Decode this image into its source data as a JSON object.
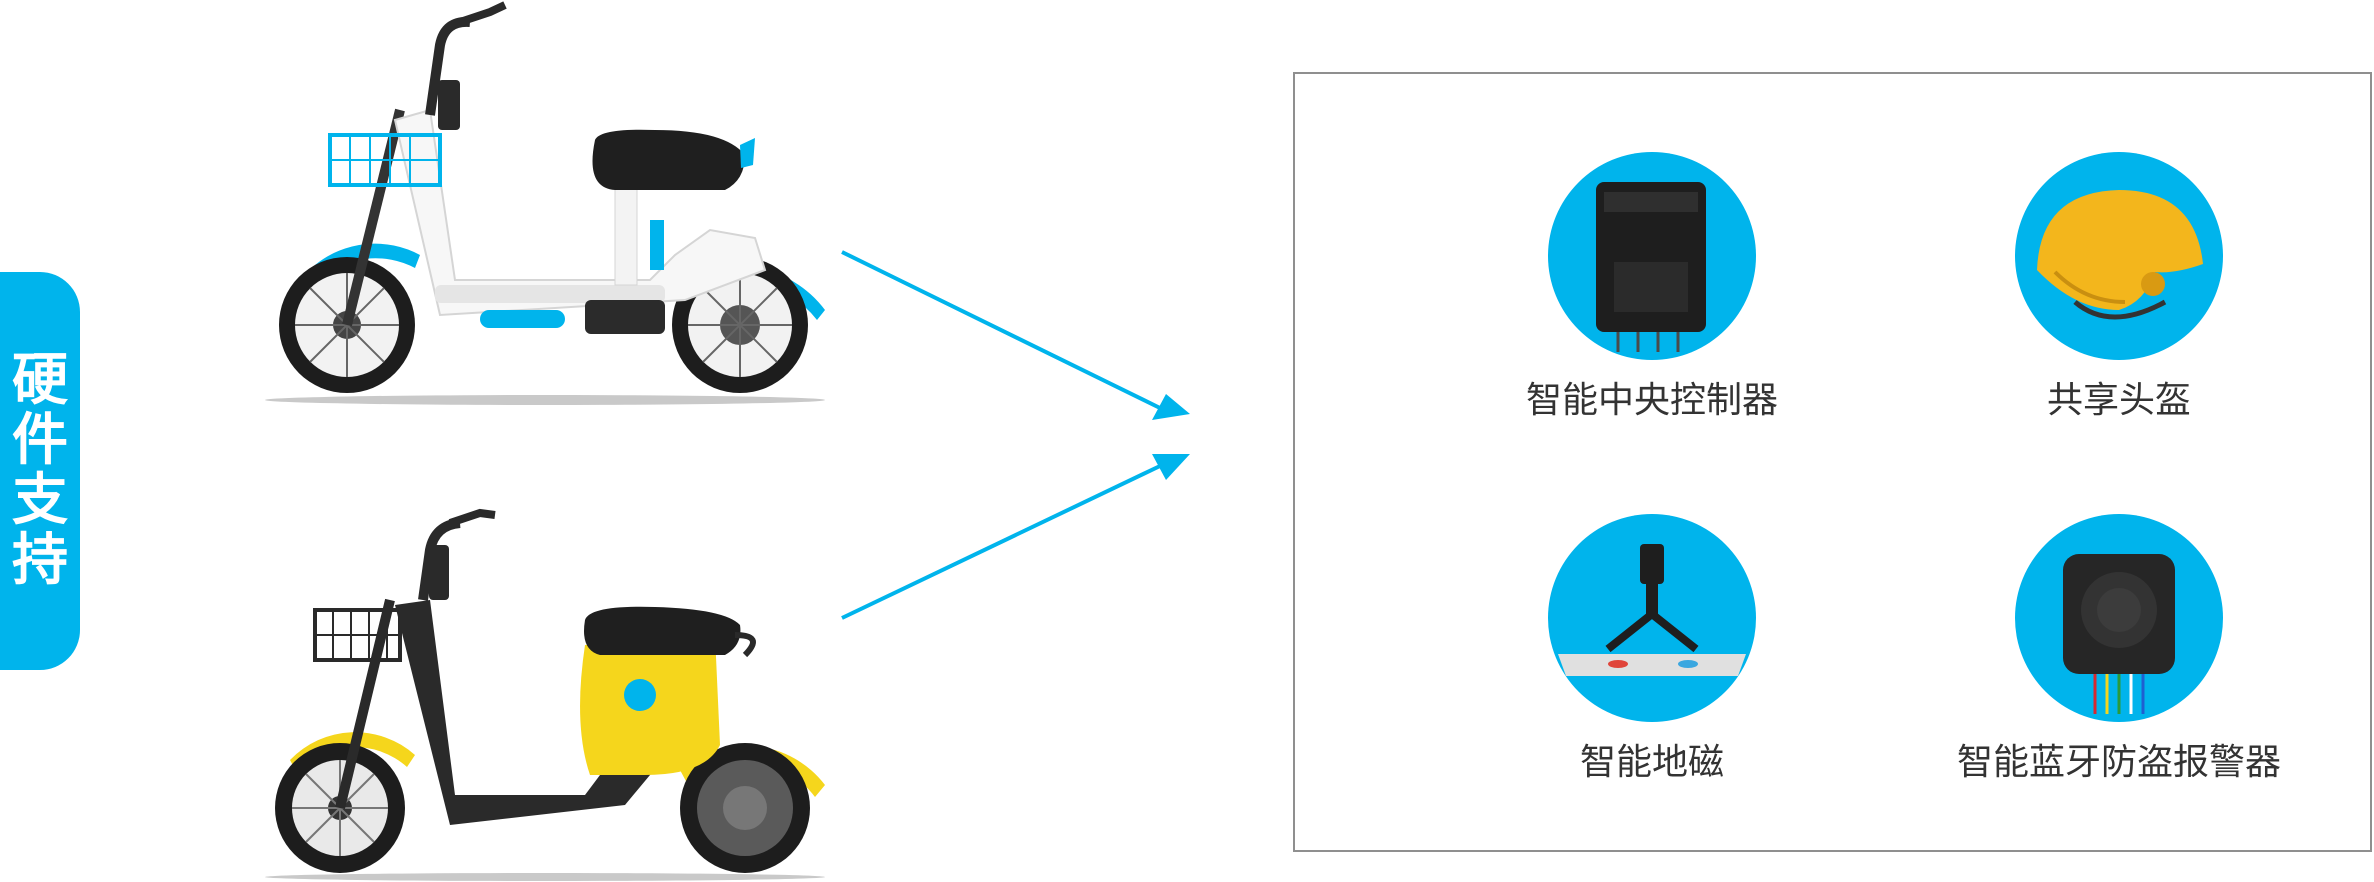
{
  "side_label": {
    "chars": [
      "硬",
      "件",
      "支",
      "持"
    ]
  },
  "colors": {
    "accent": "#00b4ec",
    "yellow": "#f5d61c",
    "border": "#8f8f8f"
  },
  "bikes": [
    {
      "name": "white-blue-bike",
      "icon": "electric-bike-white-blue"
    },
    {
      "name": "yellow-black-bike",
      "icon": "electric-bike-yellow-black"
    }
  ],
  "hardware": [
    {
      "label": "智能中央控制器",
      "icon": "controller-icon"
    },
    {
      "label": "共享头盔",
      "icon": "helmet-icon"
    },
    {
      "label": "智能地磁",
      "icon": "geomagnetic-icon"
    },
    {
      "label": "智能蓝牙防盗报警器",
      "icon": "alarm-icon"
    }
  ]
}
